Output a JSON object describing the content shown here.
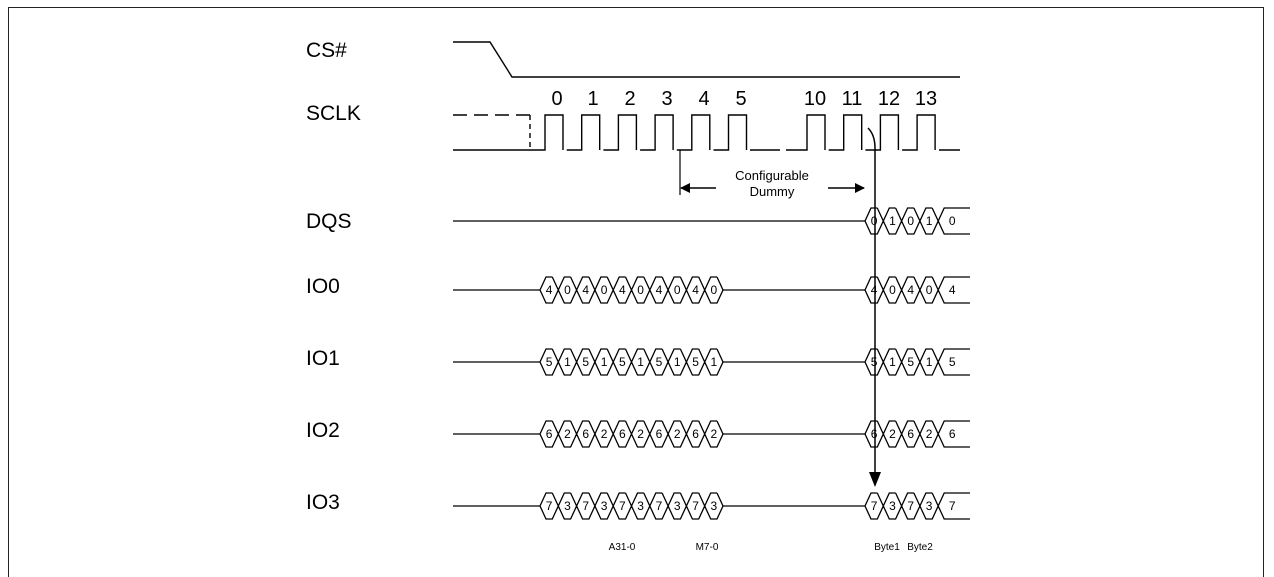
{
  "signals": {
    "cs": "CS#",
    "sclk": "SCLK",
    "dqs": "DQS",
    "io0": "IO0",
    "io1": "IO1",
    "io2": "IO2",
    "io3": "IO3"
  },
  "clock_numbers": [
    "0",
    "1",
    "2",
    "3",
    "4",
    "5",
    "10",
    "11",
    "12",
    "13"
  ],
  "dummy_label": [
    "Configurable",
    "Dummy"
  ],
  "dqs_values": [
    "0",
    "1",
    "0",
    "1",
    "0"
  ],
  "io_patterns": {
    "io0": {
      "address": [
        "4",
        "0",
        "4",
        "0",
        "4",
        "0",
        "4",
        "0",
        "4",
        "0"
      ],
      "data": [
        "4",
        "0",
        "4",
        "0",
        "4"
      ]
    },
    "io1": {
      "address": [
        "5",
        "1",
        "5",
        "1",
        "5",
        "1",
        "5",
        "1",
        "5",
        "1"
      ],
      "data": [
        "5",
        "1",
        "5",
        "1",
        "5"
      ]
    },
    "io2": {
      "address": [
        "6",
        "2",
        "6",
        "2",
        "6",
        "2",
        "6",
        "2",
        "6",
        "2"
      ],
      "data": [
        "6",
        "2",
        "6",
        "2",
        "6"
      ]
    },
    "io3": {
      "address": [
        "7",
        "3",
        "7",
        "3",
        "7",
        "3",
        "7",
        "3",
        "7",
        "3"
      ],
      "data": [
        "7",
        "3",
        "7",
        "3",
        "7"
      ]
    }
  },
  "bottom_labels": {
    "address": "A31-0",
    "mode": "M7-0",
    "byte1": "Byte1",
    "byte2": "Byte2"
  }
}
